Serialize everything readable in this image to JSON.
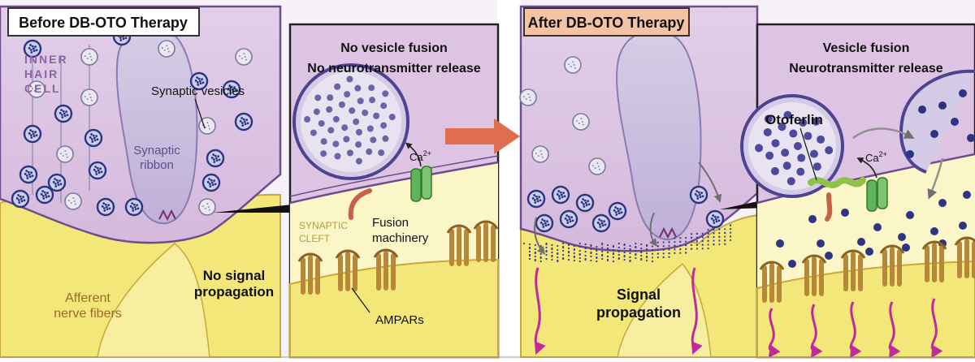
{
  "panels": {
    "before": {
      "title": "Before DB-OTO Therapy",
      "cell_label": [
        "INNER",
        "HAIR",
        "CELL"
      ],
      "synaptic_vesicles": "Synaptic vesicles",
      "synaptic_ribbon": [
        "Synaptic",
        "ribbon"
      ],
      "afferent": [
        "Afferent",
        "nerve fibers"
      ],
      "signal": [
        "No signal",
        "propagation"
      ],
      "inset": {
        "heading": [
          "No vesicle fusion",
          "No neurotransmitter release"
        ],
        "calcium": "Ca",
        "calcium_sup": "2+",
        "fusion_machinery": [
          "Fusion",
          "machinery"
        ],
        "cleft": [
          "SYNAPTIC",
          "CLEFT"
        ],
        "ampars": "AMPARs"
      }
    },
    "after": {
      "title": "After DB-OTO Therapy",
      "signal": [
        "Signal",
        "propagation"
      ],
      "inset": {
        "heading": [
          "Vesicle fusion",
          "Neurotransmitter release"
        ],
        "otoferlin": "Otoferlin",
        "calcium": "Ca",
        "calcium_sup": "2+"
      }
    }
  },
  "colors": {
    "cell_fill": "#dcc4e2",
    "cell_edge": "#6f4d8c",
    "nerve_fill": "#f3e77a",
    "nerve_edge": "#c9a83a",
    "vesicle_fill": "#e7e4ee",
    "vesicle_dot": "#3a3d8f",
    "title_after_bg": "#f4c3a6",
    "arrow": "#e06d50",
    "calcium_channel": "#62b45a",
    "otoferlin": "#8fc24a",
    "fusion": "#c8604a",
    "ampar": "#b7873a",
    "pink_arrow": "#c02a9b"
  }
}
